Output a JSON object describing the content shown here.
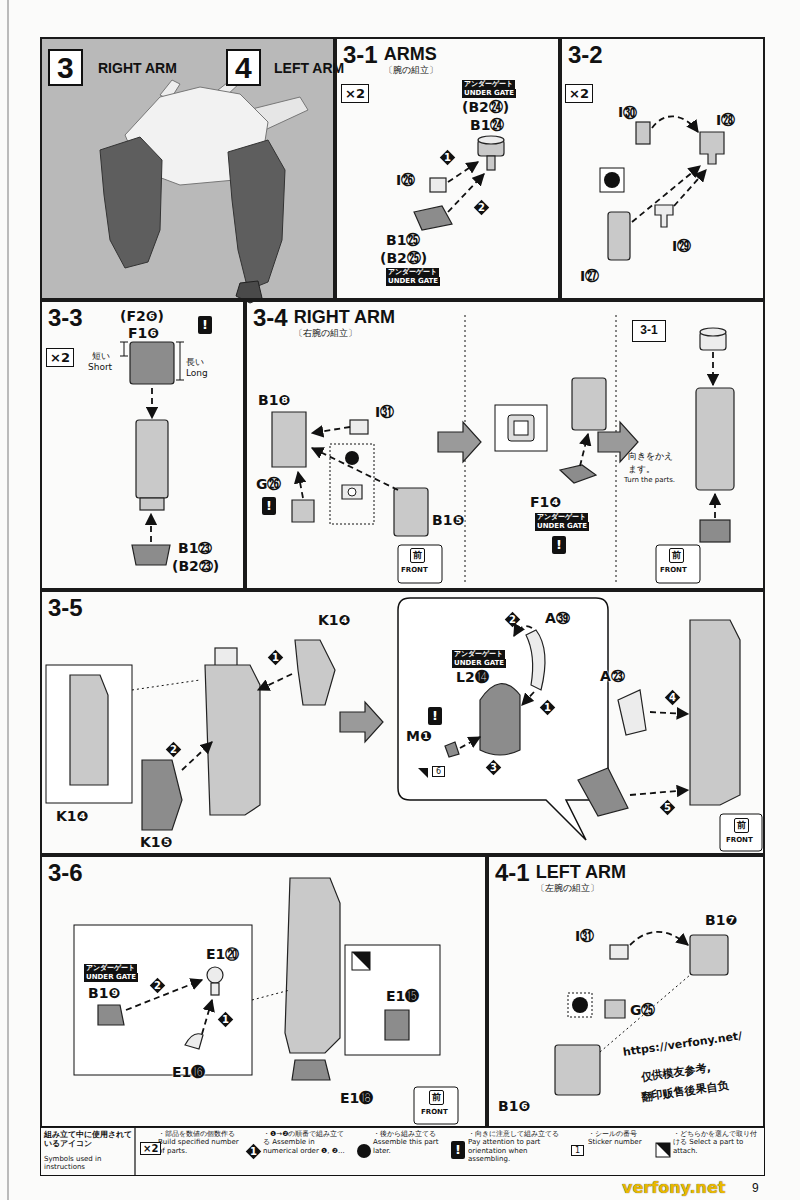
{
  "diagram": {
    "nodes": [
      {
        "text": [
          "3",
          "RIGHT ARM",
          "4",
          "LEFT ARM"
        ]
      },
      {
        "text": [
          "3-1",
          "ARMS",
          "〔腕の組立〕"
        ]
      },
      {
        "text": [
          "3-2"
        ]
      },
      {
        "text": [
          "3-3"
        ]
      },
      {
        "text": [
          "3-4",
          "RIGHT ARM",
          "〔右腕の組立〕"
        ]
      },
      {
        "text": [
          "3-1"
        ],
        "in": 4
      },
      {
        "text": [
          "3-5"
        ]
      },
      {
        "text": [
          "3-6"
        ]
      },
      {
        "text": [
          "4-1",
          "LEFT ARM",
          "〔左腕の組立〕"
        ]
      }
    ],
    "labels": [
      "×2",
      "アンダーゲート",
      "UNDER GATE",
      "(B2㉔)",
      "B1㉔",
      "I㉖",
      "1",
      "2",
      "B1㉕",
      "(B2㉕)",
      "アンダーゲート",
      "UNDER GATE",
      "×2",
      "I㉚",
      "I㉘",
      "I㉙",
      "I㉗",
      "×2",
      "(F2❻)",
      "F1❻",
      "!",
      "短い",
      "Short",
      "長い",
      "Long",
      "B1㉓",
      "(B2㉓)",
      "B1❽",
      "I㉛",
      "G㉖",
      "!",
      "B1❺",
      "前",
      "FRONT",
      "F1❹",
      "アンダーゲート",
      "UNDER GATE",
      "!",
      "向きをかえます。",
      "Turn the parts.",
      "前",
      "FRONT",
      "K1❹",
      "K1❺",
      "K1❹",
      "1",
      "2",
      "A㊴",
      "アンダーゲート",
      "UNDER GATE",
      "L2⓮",
      "2",
      "1",
      "!",
      "M❶",
      "6",
      "3",
      "A㉓",
      "4",
      "5",
      "前",
      "FRONT",
      "アンダーゲート",
      "UNDER GATE",
      "B1❾",
      "E1⑳",
      "2",
      "1",
      "E1⓰",
      "E1⓯",
      "E1⓲",
      "前",
      "FRONT",
      "I㉛",
      "B1❼",
      "G㉕",
      "B1❻",
      "組み立て中に使用されているアイコン",
      "Symbols used in instructions",
      "9",
      "https://verfony.net/",
      "仅供模友参考,",
      "翻印贩售後果自负",
      "verfony.net",
      "×2",
      "1",
      "!",
      "1"
    ],
    "legend": [
      {
        "text": "・部品を数値の個数作る Build specified number of parts."
      },
      {
        "text": "・❶→❷の順番で組み立てる Assemble in numerical order ❶, ❷..."
      },
      {
        "text": "・後から組み立てる Assemble this part later."
      },
      {
        "text": "・向きに注意して組み立てる Pay attention to part orientation when assembling."
      },
      {
        "text": "・シールの番号 Sticker number"
      },
      {
        "text": "・どちらかを選んで取り付ける Select a part to attach."
      }
    ]
  }
}
